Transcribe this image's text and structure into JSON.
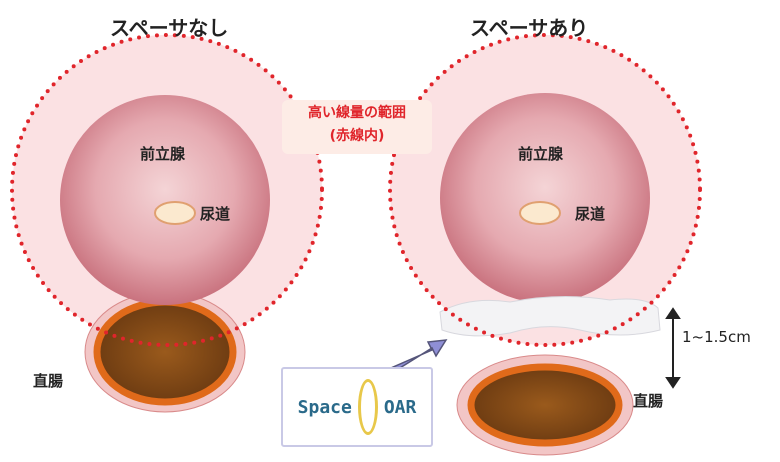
{
  "left_panel": {
    "title": "スペーサなし",
    "prostate_label": "前立腺",
    "urethra_label": "尿道",
    "rectum_label": "直腸"
  },
  "right_panel": {
    "title": "スペーサあり",
    "prostate_label": "前立腺",
    "urethra_label": "尿道",
    "rectum_label": "直腸",
    "distance_label": "1~1.5cm"
  },
  "callout": {
    "line1": "高い線量の範囲",
    "line2": "(赤線内)"
  },
  "logo": {
    "left": "Space",
    "right": "OAR"
  },
  "colors": {
    "dose_line": "#e0252b",
    "prostate": "#d98c96",
    "rectum_fill": "#8b4513",
    "rectum_border": "#e06a1a",
    "arrow": "#8f8fd6"
  }
}
